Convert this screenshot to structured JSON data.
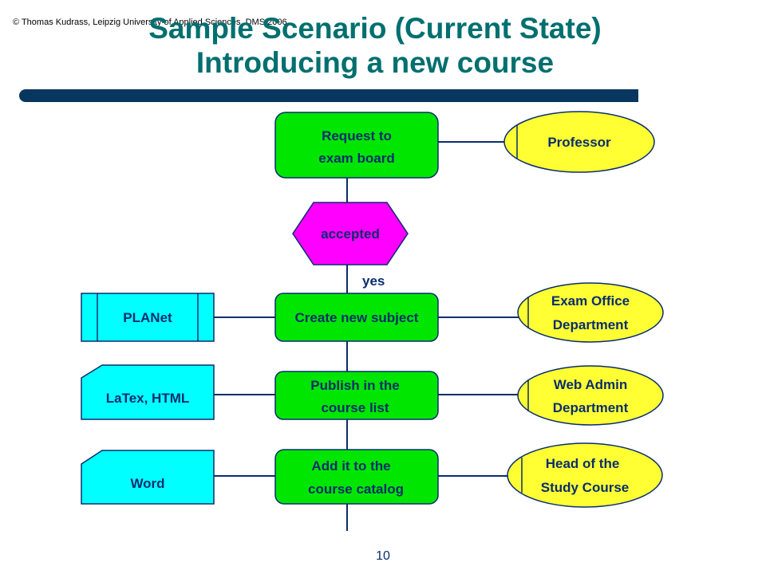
{
  "header": {
    "copyright": "© Thomas Kudrass, Leipzig University of Applied Sciences, DMS 2006",
    "title_line1": "Sample Scenario (Current State)",
    "title_line2": "Introducing a new course"
  },
  "flow": {
    "request": [
      "Request to",
      "exam board"
    ],
    "accepted": "accepted",
    "yes": "yes",
    "create": "Create new subject",
    "publish": [
      "Publish in the",
      "course list"
    ],
    "add": [
      "Add it to the",
      "course catalog"
    ]
  },
  "systems": {
    "planet": "PLANet",
    "latex": "LaTex, HTML",
    "word": "Word"
  },
  "roles": {
    "professor": "Professor",
    "exam_office": [
      "Exam Office",
      "Department"
    ],
    "web_admin": [
      "Web Admin",
      "Department"
    ],
    "head": [
      "Head of the",
      "Study Course"
    ]
  },
  "footer": {
    "page_number": "10"
  },
  "colors": {
    "function": "#00e600",
    "event": "#ff00ff",
    "system": "#00ffff",
    "role": "#ffff33",
    "title": "#006f6f",
    "text": "#0a2d6e",
    "bar": "#07365e"
  }
}
